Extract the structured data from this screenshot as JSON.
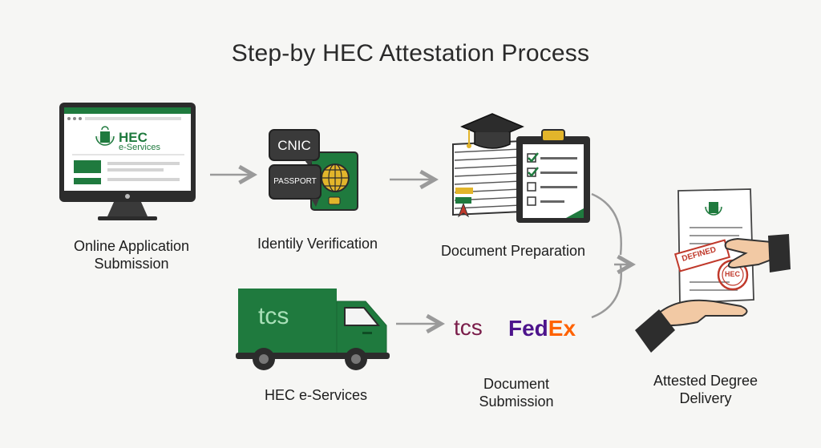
{
  "title": "Step-by HEC Attestation Process",
  "steps": {
    "online": {
      "label_line1": "Online Application",
      "label_line2": "Submission",
      "screen_title": "HEC",
      "screen_subtitle": "e-Services"
    },
    "identity": {
      "label": "Identily Verification",
      "card1": "CNIC",
      "card2": "PASSPORT"
    },
    "preparation": {
      "label": "Document Preparation"
    },
    "delivery": {
      "label_line1": "Attested Degree",
      "label_line2": "Delivery",
      "stamp1": "DEFINED",
      "stamp2": "HEC"
    },
    "eservices": {
      "label": "HEC e-Services",
      "truck_logo": "tcs"
    },
    "submission": {
      "label_line1": "Document",
      "label_line2": "Submission",
      "courier1": "tcs",
      "courier2_part1": "Fed",
      "courier2_part2": "Ex"
    }
  },
  "colors": {
    "green": "#1f7a3e",
    "dark": "#2d2d2d",
    "fedex_purple": "#4d148c",
    "fedex_orange": "#ff6200",
    "arrow": "#9a9a9a"
  }
}
